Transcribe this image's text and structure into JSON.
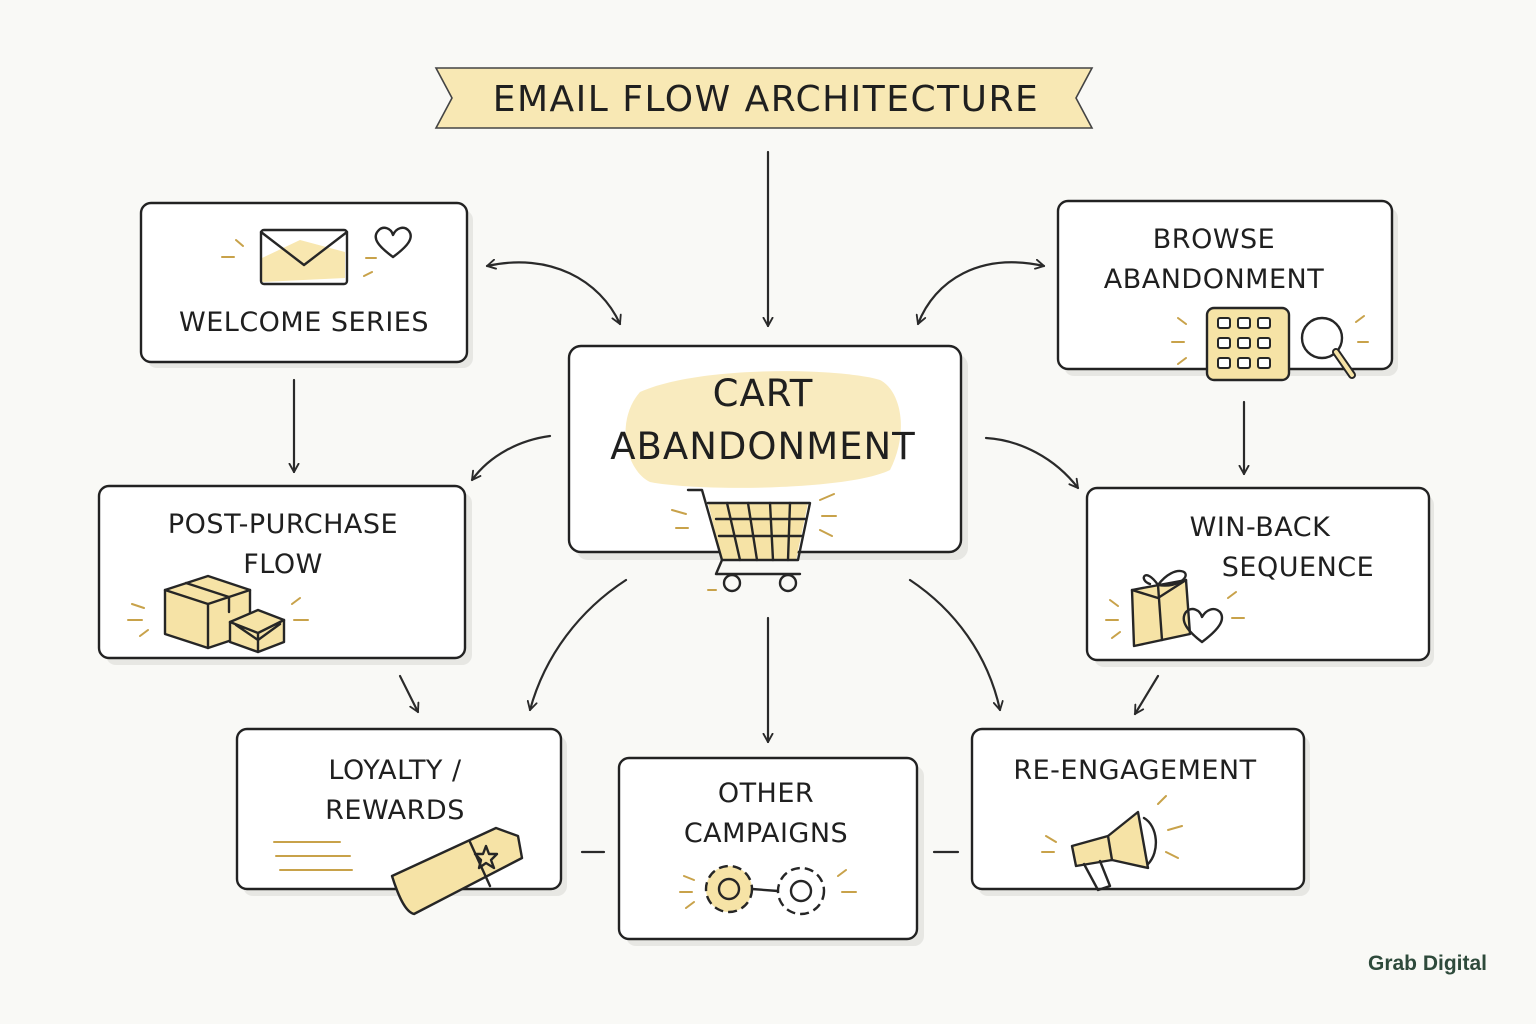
{
  "title": "EMAIL FLOW ARCHITECTURE",
  "center": {
    "line1": "CART",
    "line2": "ABANDONMENT",
    "icon": "shopping-cart-icon"
  },
  "nodes": {
    "welcome": {
      "line1": "WELCOME SERIES",
      "icon": "envelope-heart-icon"
    },
    "browse": {
      "line1": "BROWSE",
      "line2": "ABANDONMENT",
      "icon": "grid-magnifier-icon"
    },
    "post_purchase": {
      "line1": "POST-PURCHASE",
      "line2": "FLOW",
      "icon": "boxes-icon"
    },
    "win_back": {
      "line1": "WIN-BACK",
      "line2": "SEQUENCE",
      "icon": "gift-heart-icon"
    },
    "loyalty": {
      "line1": "LOYALTY /",
      "line2": "REWARDS",
      "icon": "ticket-star-icon"
    },
    "other": {
      "line1": "OTHER",
      "line2": "CAMPAIGNS",
      "icon": "gears-icon"
    },
    "reengagement": {
      "line1": "RE-ENGAGEMENT",
      "icon": "megaphone-icon"
    }
  },
  "brand": "Grab Digital",
  "colors": {
    "accent": "#f6e3a6",
    "ink": "#222222",
    "brand": "#2e4a3b",
    "background": "#f9f9f6"
  }
}
